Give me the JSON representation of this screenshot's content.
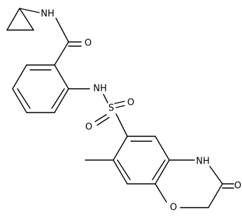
{
  "atoms": [
    {
      "id": "NH_amide",
      "label": "NH"
    },
    {
      "id": "O_carbonyl",
      "label": "O"
    },
    {
      "id": "NH_sulfonamide",
      "label": "NH"
    },
    {
      "id": "S",
      "label": "S"
    },
    {
      "id": "O_sulfonyl_top",
      "label": "O"
    },
    {
      "id": "O_sulfonyl_left",
      "label": "O"
    },
    {
      "id": "NH_ring",
      "label": "NH"
    },
    {
      "id": "O_lactam",
      "label": "O"
    },
    {
      "id": "O_ring",
      "label": "O"
    }
  ],
  "colors": {
    "bond": "#000000",
    "background": "#ffffff"
  }
}
